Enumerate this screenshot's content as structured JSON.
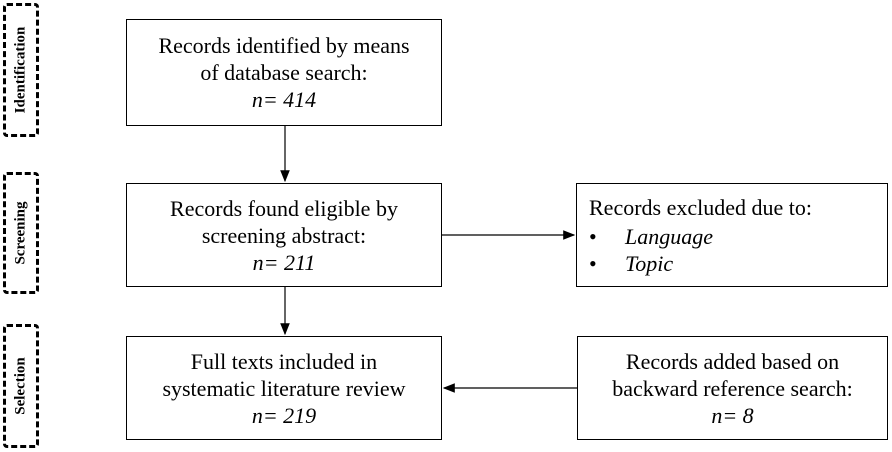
{
  "stages": {
    "identification": "Identification",
    "screening": "Screening",
    "selection": "Selection"
  },
  "boxes": {
    "identified": {
      "line1": "Records identified by means",
      "line2": "of database search:",
      "count": "n= 414"
    },
    "eligible": {
      "line1": "Records found eligible by",
      "line2": "screening abstract:",
      "count": "n= 211"
    },
    "excluded": {
      "title": "Records excluded due to:",
      "bullets": [
        "Language",
        "Topic"
      ],
      "bullet_char": "•"
    },
    "included": {
      "line1": "Full texts included in",
      "line2": "systematic literature review",
      "count": "n= 219"
    },
    "added": {
      "line1": "Records added based on",
      "line2": "backward reference search:",
      "count": "n= 8"
    }
  }
}
